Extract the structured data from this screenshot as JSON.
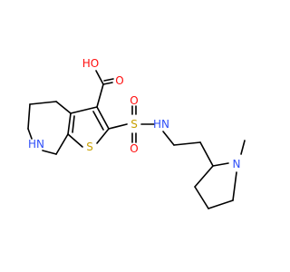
{
  "molecule": {
    "atoms": [
      {
        "id": "a_oh",
        "label": "HO",
        "color": "#ff0d0d"
      },
      {
        "id": "a_o_carbonyl",
        "label": "O",
        "color": "#ff0d0d"
      },
      {
        "id": "a_nh_ring",
        "label": "HN",
        "color": "#3050f8"
      },
      {
        "id": "a_s_ring",
        "label": "S",
        "color": "#c8a000"
      },
      {
        "id": "a_s_sulfonyl",
        "label": "S",
        "color": "#c8a000"
      },
      {
        "id": "a_o_sulfonyl_top",
        "label": "O",
        "color": "#ff0d0d"
      },
      {
        "id": "a_o_sulfonyl_bottom",
        "label": "O",
        "color": "#ff0d0d"
      },
      {
        "id": "a_nh_sulfonamide",
        "label": "HN",
        "color": "#3050f8"
      },
      {
        "id": "a_n_pyrrolidine",
        "label": "N",
        "color": "#3050f8"
      }
    ],
    "colors": {
      "bond": "#000000",
      "oxygen": "#ff0d0d",
      "nitrogen": "#3050f8",
      "sulfur": "#c8a000"
    }
  }
}
